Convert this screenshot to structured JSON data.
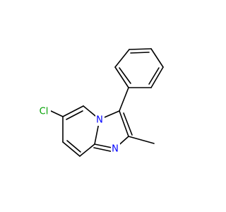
{
  "molecule": {
    "atoms": {
      "chlorine": "Cl",
      "bridgehead_nitrogen": "N",
      "imine_nitrogen": "N"
    }
  },
  "colors": {
    "bond": "#000000",
    "chlorine": "#00a000",
    "nitrogen": "#0000ff",
    "background": "#ffffff"
  }
}
